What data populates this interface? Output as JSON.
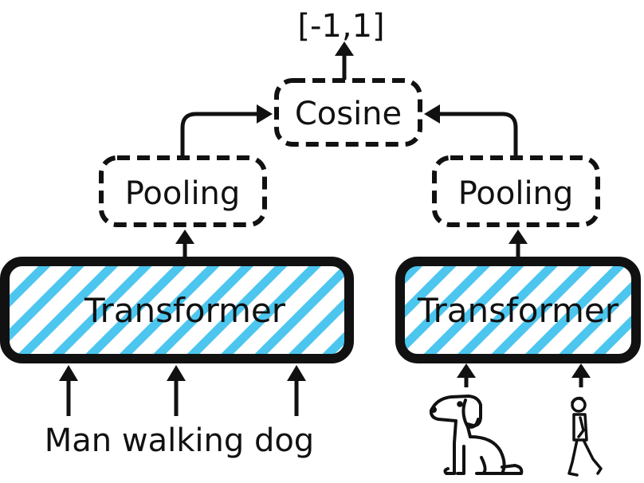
{
  "diagram": {
    "output_range": "[-1,1]",
    "similarity_label": "Cosine",
    "left_branch": {
      "pooling_label": "Pooling",
      "encoder_label": "Transformer",
      "input_text": "Man walking dog"
    },
    "right_branch": {
      "pooling_label": "Pooling",
      "encoder_label": "Transformer",
      "input_icons": [
        "dog-icon",
        "walking-man-icon"
      ]
    },
    "colors": {
      "stroke": "#111111",
      "stripe": "#4cc6ef",
      "background": "#ffffff"
    }
  }
}
